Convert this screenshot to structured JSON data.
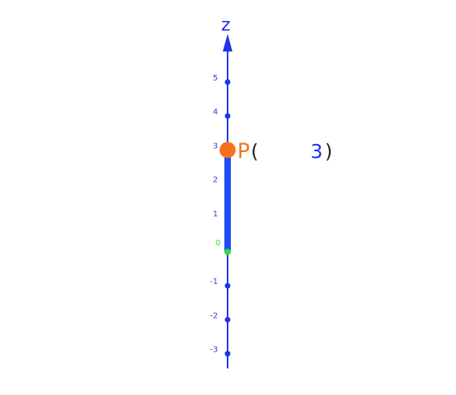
{
  "colors": {
    "axis": "#1f33e8",
    "segment": "#1f4cf0",
    "point": "#f57120",
    "origin": "#33dd33",
    "paren": "#222222"
  },
  "axis": {
    "name": "z",
    "ticks": [
      -3,
      -2,
      -1,
      1,
      2,
      3,
      4,
      5
    ],
    "origin_label": "0"
  },
  "point": {
    "name": "P",
    "z": 3,
    "open_paren": "(",
    "coord_label": "3",
    "close_paren": ")"
  },
  "segment": {
    "from": 0,
    "to": 3
  }
}
